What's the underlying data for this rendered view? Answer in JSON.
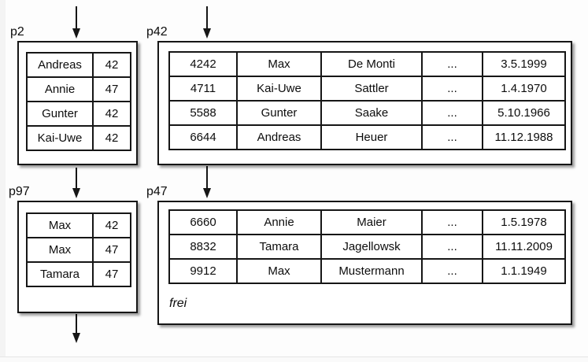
{
  "pages": {
    "p2": {
      "label": "p2",
      "rows": [
        [
          "Andreas",
          "42"
        ],
        [
          "Annie",
          "47"
        ],
        [
          "Gunter",
          "42"
        ],
        [
          "Kai-Uwe",
          "42"
        ]
      ]
    },
    "p42": {
      "label": "p42",
      "rows": [
        [
          "4242",
          "Max",
          "De Monti",
          "...",
          "3.5.1999"
        ],
        [
          "4711",
          "Kai-Uwe",
          "Sattler",
          "...",
          "1.4.1970"
        ],
        [
          "5588",
          "Gunter",
          "Saake",
          "...",
          "5.10.1966"
        ],
        [
          "6644",
          "Andreas",
          "Heuer",
          "...",
          "11.12.1988"
        ]
      ]
    },
    "p97": {
      "label": "p97",
      "rows": [
        [
          "Max",
          "42"
        ],
        [
          "Max",
          "47"
        ],
        [
          "Tamara",
          "47"
        ]
      ]
    },
    "p47": {
      "label": "p47",
      "rows": [
        [
          "6660",
          "Annie",
          "Maier",
          "...",
          "1.5.1978"
        ],
        [
          "8832",
          "Tamara",
          "Jagellowsk",
          "...",
          "11.11.2009"
        ],
        [
          "9912",
          "Max",
          "Mustermann",
          "...",
          "1.1.1949"
        ]
      ],
      "free_label": "frei"
    }
  },
  "colors": {
    "border": "#161616",
    "text": "#0d0d0d",
    "box_fill": "#ffffff",
    "canvas": "#fdfdfd",
    "shadow": "rgba(0,0,0,0.38)"
  }
}
